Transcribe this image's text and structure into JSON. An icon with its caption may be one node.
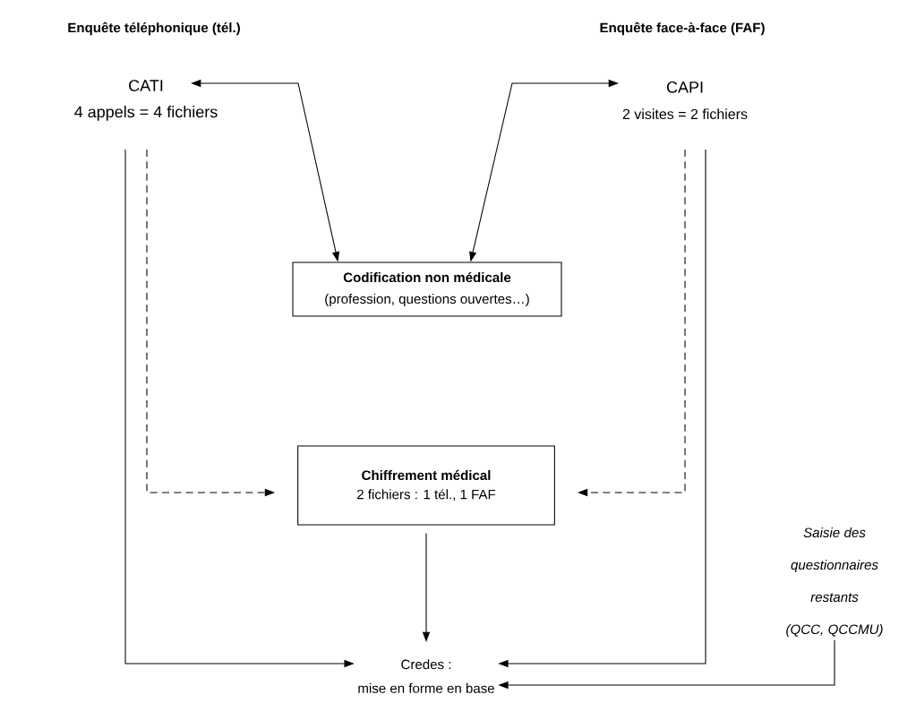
{
  "diagram": {
    "nodes": [
      {
        "text": [
          "CATI",
          "4 appels = 4 fichiers"
        ]
      },
      {
        "text": [
          "CAPI",
          "2 visites = 2 fichiers"
        ]
      },
      {
        "text": [
          "Codification non médicale",
          "(profession, questions ouvertes…)"
        ]
      },
      {
        "text": [
          "Chiffrement médical",
          "2 fichiers : 1 tél., 1 FAF"
        ]
      },
      {
        "text": [
          "Credes :",
          "mise en forme en base"
        ]
      },
      {
        "text": [
          "Saisie des questionnaires restants (QCC, QCCMU)"
        ]
      }
    ],
    "edges": [
      {
        "from": 0,
        "to": 2,
        "arrow": "both"
      },
      {
        "from": 1,
        "to": 2,
        "arrow": "both"
      },
      {
        "from": 0,
        "to": 4,
        "arrow": "to"
      },
      {
        "from": 0,
        "to": 3,
        "arrow": "to",
        "style": "dashed"
      },
      {
        "from": 1,
        "to": 3,
        "arrow": "to",
        "style": "dashed"
      },
      {
        "from": 1,
        "to": 4,
        "arrow": "to"
      },
      {
        "from": 3,
        "to": 4,
        "arrow": "to"
      },
      {
        "from": 5,
        "to": 4,
        "arrow": "to"
      }
    ],
    "labels": [
      "Enquête téléphonique (tél.)",
      "Enquête face-à-face (FAF)"
    ]
  }
}
